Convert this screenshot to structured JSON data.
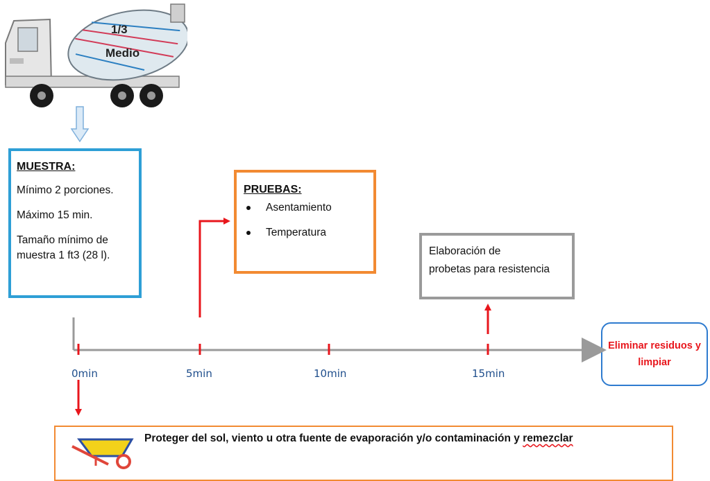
{
  "truck": {
    "drum_fraction": "1/3",
    "drum_label": "Medio"
  },
  "muestra": {
    "title": "MUESTRA:",
    "lines": [
      "Mínimo 2 porciones.",
      "Máximo 15 min.",
      "Tamaño mínimo de",
      "muestra 1 ft3 (28 l)."
    ]
  },
  "pruebas": {
    "title": "PRUEBAS:",
    "items": [
      "Asentamiento",
      "Temperatura"
    ]
  },
  "elaboracion": {
    "lines": [
      "Elaboración de",
      "probetas para resistencia"
    ]
  },
  "eliminar": {
    "lines": [
      "Eliminar residuos y",
      "limpiar"
    ]
  },
  "timeline": {
    "ticks": [
      "0min",
      "5min",
      "10min",
      "15min"
    ]
  },
  "bottom": {
    "text_main": "Proteger del sol, viento u otra fuente   de evaporación y/o contaminación y ",
    "text_last": "remezclar"
  },
  "colors": {
    "muestra_border": "#2e9fd6",
    "pruebas_border": "#f28a32",
    "elaboracion_border": "#9a9a9a",
    "eliminar_border": "#2e7bcf",
    "arrow_red": "#e8161c",
    "timeline_gray": "#9a9a9a",
    "tick_label": "#1f4e8c"
  }
}
